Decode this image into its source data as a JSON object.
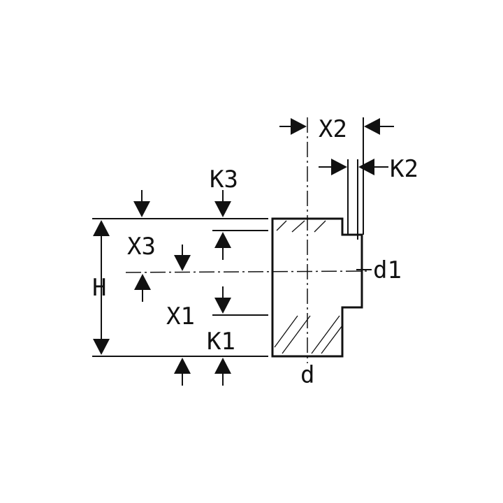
{
  "labels": {
    "x2": "X2",
    "k2": "K2",
    "k3": "K3",
    "x3": "X3",
    "h": "H",
    "x1": "X1",
    "k1": "K1",
    "d1": "d1",
    "d": "d"
  },
  "colors": {
    "line": "#111111",
    "background": "#ffffff"
  }
}
